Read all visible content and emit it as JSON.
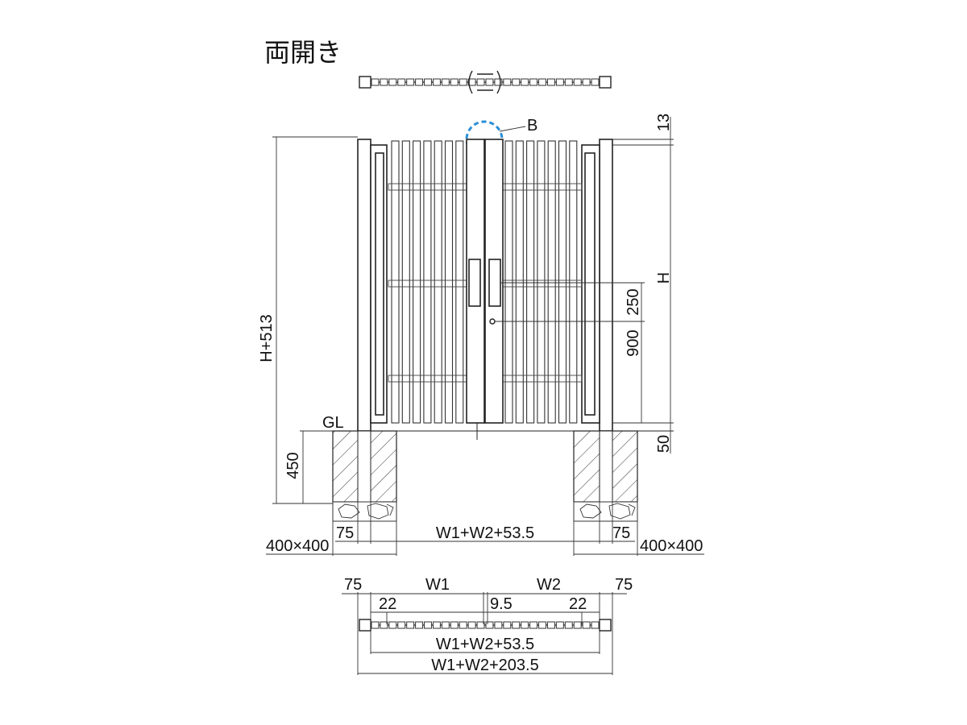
{
  "title": "両開き",
  "detail_label": "B",
  "ground_label": "GL",
  "dimensions": {
    "top_gap": "13",
    "height": "H",
    "total_height": "H+513",
    "handle_offset": "250",
    "handle_height": "900",
    "clearance": "50",
    "foundation_depth": "450",
    "post_width_left": "75",
    "post_width_right": "75",
    "footing_left": "400×400",
    "footing_right": "400×400",
    "span_between_posts": "W1+W2+53.5"
  },
  "plan": {
    "end_left": "75",
    "leaf_left": "W1",
    "leaf_right": "W2",
    "end_right": "75",
    "gap_left": "22",
    "gap_center": "9.5",
    "gap_right": "22",
    "inner_span": "W1+W2+53.5",
    "overall_span": "W1+W2+203.5"
  },
  "colors": {
    "line": "#222222",
    "detail_circle": "#2a8fd6"
  }
}
